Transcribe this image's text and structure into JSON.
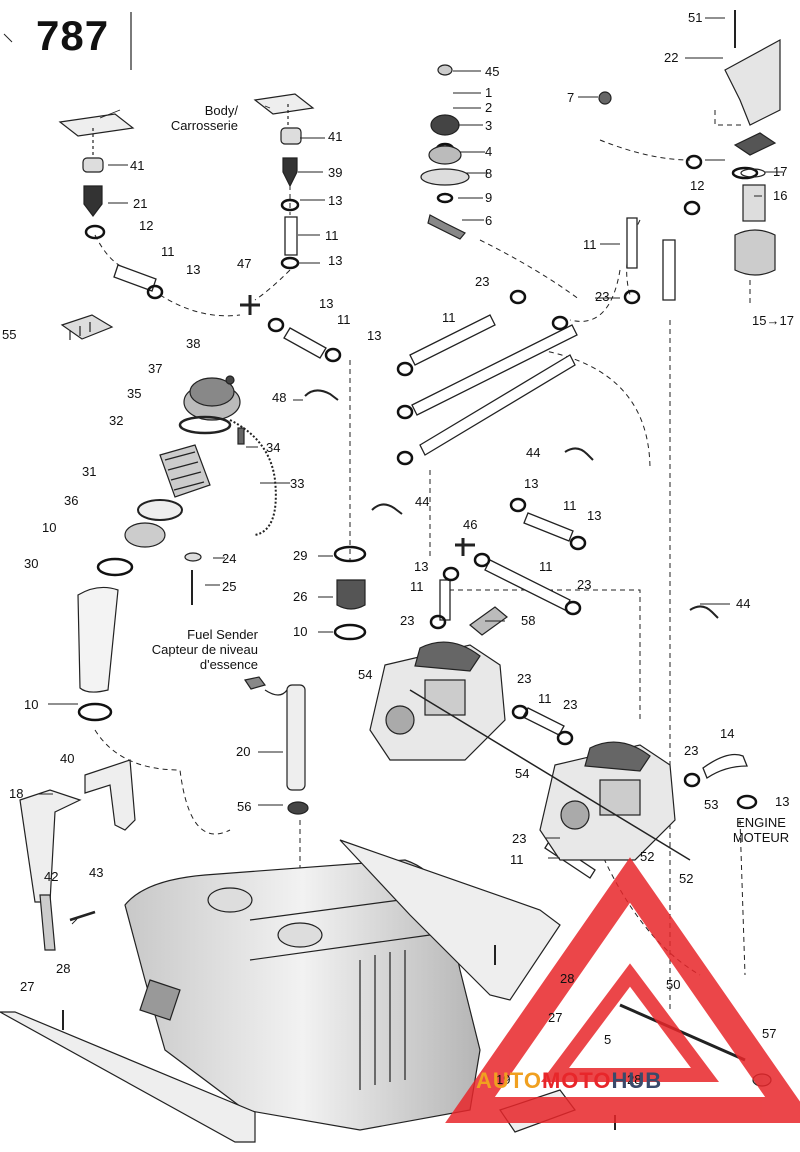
{
  "page_number": "787",
  "callouts": [
    {
      "id": "c51",
      "text": "51"
    },
    {
      "id": "c22",
      "text": "22"
    },
    {
      "id": "c45",
      "text": "45"
    },
    {
      "id": "c1",
      "text": "1"
    },
    {
      "id": "c2",
      "text": "2"
    },
    {
      "id": "c3",
      "text": "3"
    },
    {
      "id": "c4",
      "text": "4"
    },
    {
      "id": "c8",
      "text": "8"
    },
    {
      "id": "c9",
      "text": "9"
    },
    {
      "id": "c6",
      "text": "6"
    },
    {
      "id": "c7",
      "text": "7"
    },
    {
      "id": "c41a",
      "text": "41"
    },
    {
      "id": "c41b",
      "text": "41"
    },
    {
      "id": "c39",
      "text": "39"
    },
    {
      "id": "c21",
      "text": "21"
    },
    {
      "id": "c13a",
      "text": "13"
    },
    {
      "id": "c12a",
      "text": "12"
    },
    {
      "id": "c11a",
      "text": "11"
    },
    {
      "id": "c13b",
      "text": "13"
    },
    {
      "id": "c11b",
      "text": "11"
    },
    {
      "id": "c13c",
      "text": "13"
    },
    {
      "id": "c47",
      "text": "47"
    },
    {
      "id": "c12b",
      "text": "12"
    },
    {
      "id": "c17",
      "text": "17"
    },
    {
      "id": "c16",
      "text": "16"
    },
    {
      "id": "c11c",
      "text": "11"
    },
    {
      "id": "c23a",
      "text": "23"
    },
    {
      "id": "c23b",
      "text": "23"
    },
    {
      "id": "c1517",
      "text": "15→17"
    },
    {
      "id": "c55",
      "text": "55"
    },
    {
      "id": "c13d",
      "text": "13"
    },
    {
      "id": "c11d",
      "text": "11"
    },
    {
      "id": "c13e",
      "text": "13"
    },
    {
      "id": "c11e",
      "text": "11"
    },
    {
      "id": "c38",
      "text": "38"
    },
    {
      "id": "c37",
      "text": "37"
    },
    {
      "id": "c35",
      "text": "35"
    },
    {
      "id": "c48",
      "text": "48"
    },
    {
      "id": "c32",
      "text": "32"
    },
    {
      "id": "c34",
      "text": "34"
    },
    {
      "id": "c44a",
      "text": "44"
    },
    {
      "id": "c33",
      "text": "33"
    },
    {
      "id": "c31",
      "text": "31"
    },
    {
      "id": "c44b",
      "text": "44"
    },
    {
      "id": "c36",
      "text": "36"
    },
    {
      "id": "c13f",
      "text": "13"
    },
    {
      "id": "c11f",
      "text": "11"
    },
    {
      "id": "c13g",
      "text": "13"
    },
    {
      "id": "c10a",
      "text": "10"
    },
    {
      "id": "c46",
      "text": "46"
    },
    {
      "id": "c24",
      "text": "24"
    },
    {
      "id": "c29",
      "text": "29"
    },
    {
      "id": "c30",
      "text": "30"
    },
    {
      "id": "c25",
      "text": "25"
    },
    {
      "id": "c13h",
      "text": "13"
    },
    {
      "id": "c11g",
      "text": "11"
    },
    {
      "id": "c23c",
      "text": "23"
    },
    {
      "id": "c11h",
      "text": "11"
    },
    {
      "id": "c26",
      "text": "26"
    },
    {
      "id": "c44c",
      "text": "44"
    },
    {
      "id": "c23d",
      "text": "23"
    },
    {
      "id": "c58",
      "text": "58"
    },
    {
      "id": "c10b",
      "text": "10"
    },
    {
      "id": "c54a",
      "text": "54"
    },
    {
      "id": "c23e",
      "text": "23"
    },
    {
      "id": "c11i",
      "text": "11"
    },
    {
      "id": "c23f",
      "text": "23"
    },
    {
      "id": "c10c",
      "text": "10"
    },
    {
      "id": "c20",
      "text": "20"
    },
    {
      "id": "c14",
      "text": "14"
    },
    {
      "id": "c40",
      "text": "40"
    },
    {
      "id": "c23g",
      "text": "23"
    },
    {
      "id": "c54b",
      "text": "54"
    },
    {
      "id": "c53",
      "text": "53"
    },
    {
      "id": "c13i",
      "text": "13"
    },
    {
      "id": "c18",
      "text": "18"
    },
    {
      "id": "c56",
      "text": "56"
    },
    {
      "id": "c23h",
      "text": "23"
    },
    {
      "id": "c52a",
      "text": "52"
    },
    {
      "id": "c11j",
      "text": "11"
    },
    {
      "id": "c52b",
      "text": "52"
    },
    {
      "id": "c42",
      "text": "42"
    },
    {
      "id": "c43",
      "text": "43"
    },
    {
      "id": "c28a",
      "text": "28"
    },
    {
      "id": "c28b",
      "text": "28"
    },
    {
      "id": "c50",
      "text": "50"
    },
    {
      "id": "c27a",
      "text": "27"
    },
    {
      "id": "c27b",
      "text": "27"
    },
    {
      "id": "c5",
      "text": "5"
    },
    {
      "id": "c57",
      "text": "57"
    },
    {
      "id": "c19",
      "text": "19"
    },
    {
      "id": "c28c",
      "text": "28"
    }
  ],
  "notes": {
    "body": "Body/\nCarrosserie",
    "fuel_sender": "Fuel Sender\nCapteur de niveau\nd'essence",
    "engine": "ENGINE\nMOTEUR"
  },
  "watermark": {
    "part1": "AUTO",
    "part2": "MOTO",
    "part3": "HUB",
    "color_red": "#e8262a",
    "color_dark": "#3a4a6a",
    "color_orange": "#f0a020"
  }
}
